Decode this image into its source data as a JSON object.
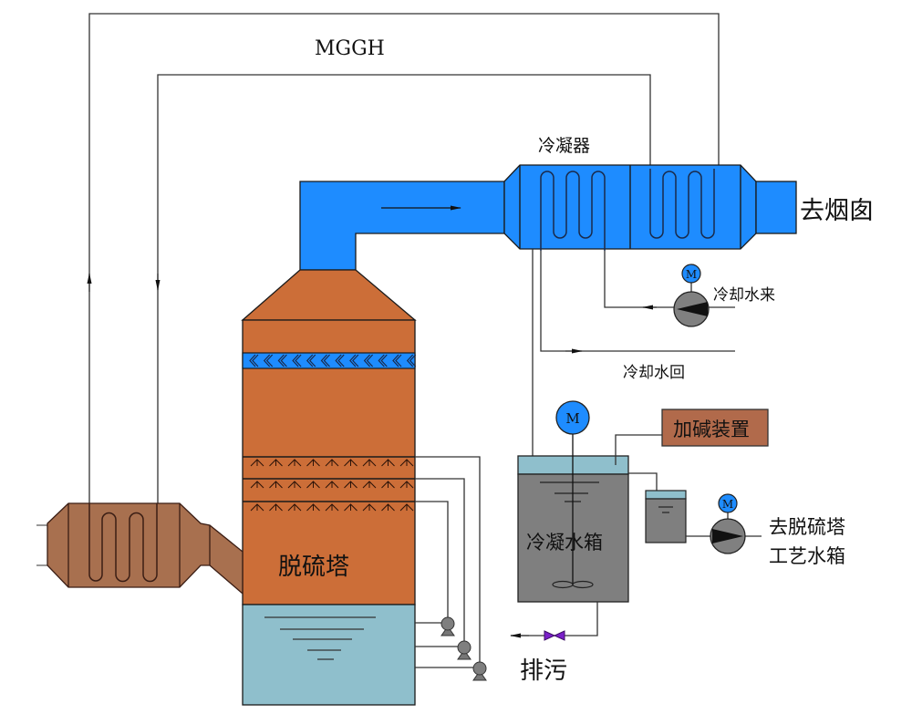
{
  "diagram": {
    "title": "Flue gas desulfurization and condensation process flow",
    "labels": {
      "mggh": "MGGH",
      "condenser": "冷凝器",
      "to_chimney": "去烟囱",
      "cooling_water_in": "冷却水来",
      "cooling_water_return": "冷却水回",
      "alkali_dosing": "加碱装置",
      "desulfurization_tower": "脱硫塔",
      "condensate_tank": "冷凝水箱",
      "to_tower_process_tank_line1": "去脱硫塔",
      "to_tower_process_tank_line2": "工艺水箱",
      "blowdown": "排污",
      "motor_symbol": "M"
    },
    "colors": {
      "flue_duct_blue": "#1e8cff",
      "tower_orange": "#cc6e38",
      "mggh_brown": "#a8704f",
      "water_light_blue": "#8fbfcc",
      "tank_gray": "#7f7f7f",
      "pump_gray": "#808080",
      "alkali_box_brown": "#b16a4b",
      "valve_purple": "#7a1fc9",
      "line_dark": "#333333"
    },
    "components": [
      {
        "id": "mggh-heat-exchanger",
        "label_key": "mggh"
      },
      {
        "id": "desulfurization-tower",
        "label_key": "desulfurization_tower",
        "spray_levels": 3,
        "demister_layers": 1,
        "recirculation_pumps": 3
      },
      {
        "id": "condenser",
        "label_key": "condenser",
        "sections": 2
      },
      {
        "id": "cooling-water-pump",
        "label_key": "cooling_water_in"
      },
      {
        "id": "condensate-tank",
        "label_key": "condensate_tank",
        "has_agitator": true
      },
      {
        "id": "alkali-dosing-unit",
        "label_key": "alkali_dosing"
      },
      {
        "id": "overflow-tank"
      },
      {
        "id": "transfer-pump",
        "label_key": "to_tower_process_tank_line1"
      },
      {
        "id": "blowdown-valve",
        "label_key": "blowdown"
      }
    ]
  }
}
